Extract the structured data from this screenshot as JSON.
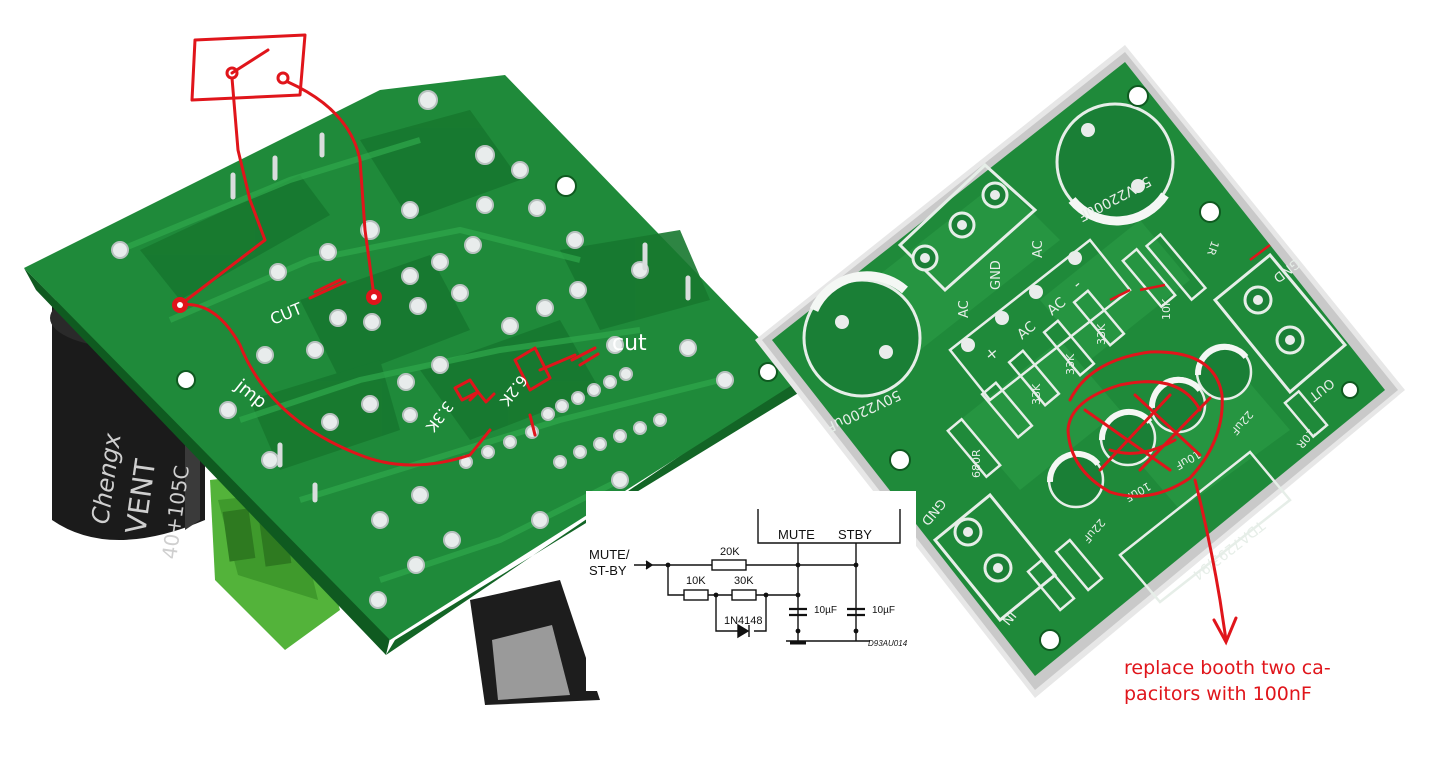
{
  "left_board": {
    "label_cut_upper": "CUT",
    "label_cut_right": "cut",
    "label_jmp": "jmp",
    "label_res_6k2": "6.2K",
    "label_res_3k3": "3.3K",
    "capacitor_print_1": "Chengx",
    "capacitor_print_2": "VENT",
    "capacitor_print_3": "40+105C"
  },
  "right_board": {
    "silk_cap_top": "50V2200uF",
    "silk_cap_left": "50V2200uF",
    "silk_ac1": "AC",
    "silk_gnd_top": "GND",
    "silk_ac2": "AC",
    "silk_plus": "+",
    "silk_ac3": "AC",
    "silk_ac4": "AC",
    "silk_minus": "-",
    "silk_gnd_right": "GND",
    "silk_out": "OUT",
    "silk_10k_a": "10K",
    "silk_33k_a": "33K",
    "silk_33k_b": "33K",
    "silk_33k_c": "33K",
    "silk_680r": "680R",
    "silk_10uf_a": "10uF",
    "silk_10uf_b": "10uF",
    "silk_22uf_a": "22uF",
    "silk_22uf_b": "22uF",
    "silk_gnd_left": "GND",
    "silk_in": "IN",
    "silk_chip": "TDA7293/94",
    "silk_10r": "10R",
    "silk_1r": "1R"
  },
  "schematic": {
    "mute": "MUTE",
    "stby": "STBY",
    "input_line1": "MUTE/",
    "input_line2": "ST-BY",
    "r1": "20K",
    "r2": "10K",
    "r3": "30K",
    "diode": "1N4148",
    "c1": "10µF",
    "c2": "10µF",
    "code": "D93AU014"
  },
  "note": {
    "line1": "replace booth two ca-",
    "line2": "pacitors with 100nF"
  },
  "colors": {
    "pcb_green": "#1f8a3a",
    "pcb_dark": "#15702c",
    "annotation_red": "#e0151b",
    "terminal_green": "#53b33a"
  }
}
